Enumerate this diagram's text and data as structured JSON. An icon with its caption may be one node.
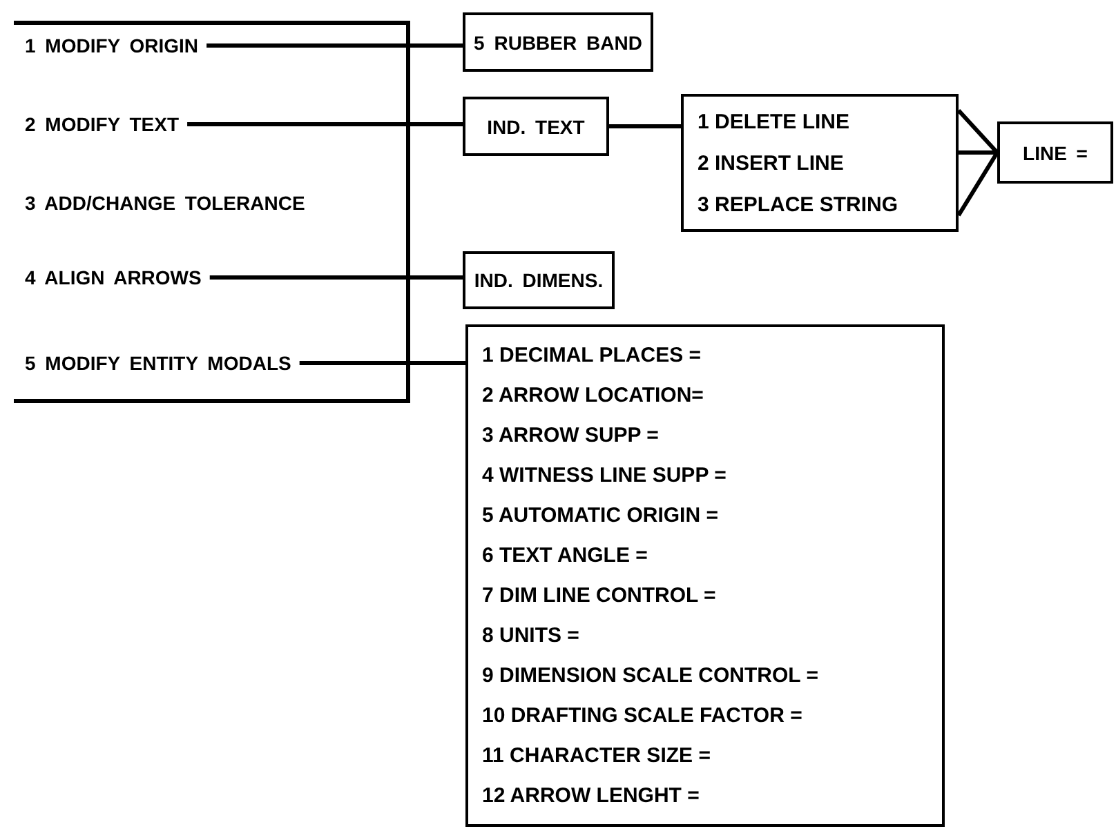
{
  "diagram": {
    "nodes": [
      {
        "text": [],
        "shape": "box"
      },
      {
        "text": [
          "1 MODIFY ORIGIN"
        ],
        "in": 0
      },
      {
        "text": [
          "2 MODIFY TEXT"
        ],
        "in": 0
      },
      {
        "text": [
          "3 ADD/CHANGE TOLERANCE"
        ],
        "in": 0
      },
      {
        "text": [
          "4 ALIGN ARROWS"
        ],
        "in": 0
      },
      {
        "text": [
          "5 MODIFY ENTITY MODALS"
        ],
        "in": 0
      },
      {
        "text": [
          "5 RUBBER BAND"
        ]
      },
      {
        "text": [
          "IND. TEXT"
        ]
      },
      {
        "text": [
          "1 DELETE LINE",
          "2 INSERT LINE",
          "3 REPLACE STRING"
        ]
      },
      {
        "text": [
          "LINE ="
        ]
      },
      {
        "text": [
          "IND. DIMENS."
        ]
      },
      {
        "text": [
          "1 DECIMAL PLACES =",
          "2 ARROW LOCATION=",
          "3 ARROW SUPP =",
          "4 WITNESS LINE SUPP =",
          "5 AUTOMATIC ORIGIN =",
          "6 TEXT ANGLE =",
          "7 DIM LINE CONTROL =",
          "8 UNITS =",
          "9 DIMENSION SCALE CONTROL =",
          "10 DRAFTING SCALE FACTOR =",
          "11 CHARACTER SIZE =",
          "12 ARROW LENGHT ="
        ]
      }
    ],
    "edges": [
      {
        "from": 1,
        "to": 6,
        "arrow": "none"
      },
      {
        "from": 2,
        "to": 7,
        "arrow": "none"
      },
      {
        "from": 7,
        "to": 8,
        "arrow": "none"
      },
      {
        "from": 8,
        "to": 9,
        "arrow": "none"
      },
      {
        "from": 4,
        "to": 10,
        "arrow": "none"
      },
      {
        "from": 5,
        "to": 11,
        "arrow": "none"
      }
    ]
  }
}
